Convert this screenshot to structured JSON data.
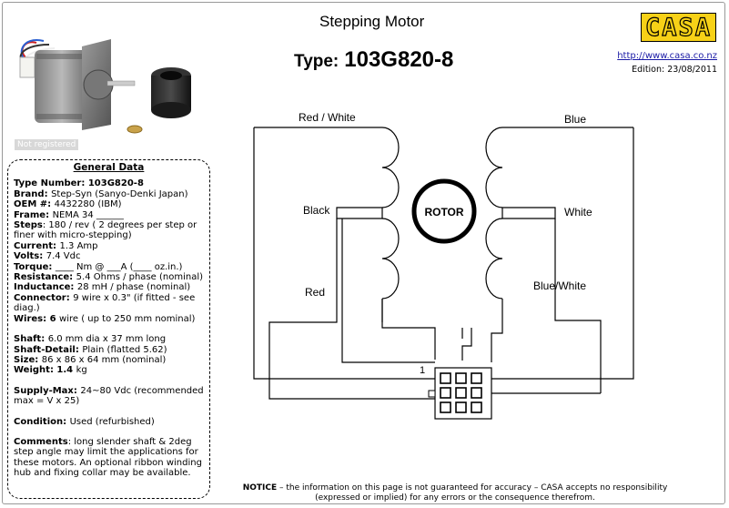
{
  "header": {
    "title": "Stepping Motor",
    "type_label": "Type:",
    "type_value": "103G820-8",
    "logo_text": "CASA",
    "url": "http://www.casa.co.nz",
    "edition": "Edition: 23/08/2011"
  },
  "photo": {
    "badge": "Not registered"
  },
  "general_data": {
    "heading": "General Data",
    "rows": [
      {
        "key": "Type Number: ",
        "value": "103G820-8",
        "value_bold": true
      },
      {
        "key": "Brand: ",
        "value": "Step-Syn (Sanyo-Denki Japan)"
      },
      {
        "key": "OEM #: ",
        "value": "4432280 (IBM)"
      },
      {
        "key": "Frame: ",
        "value": "NEMA 34 ______"
      },
      {
        "key": "Steps",
        "value": ": 180 / rev ( 2 degrees per step or finer with micro-stepping)"
      },
      {
        "key": "Current: ",
        "value": "1.3  Amp"
      },
      {
        "key": "Volts: ",
        "value": "7.4 Vdc"
      },
      {
        "key": "Torque: ",
        "value": "  ____ Nm @ ___A (____ oz.in.)"
      },
      {
        "key": "Resistance: ",
        "value": "5.4 Ohms / phase (nominal)"
      },
      {
        "key": "Inductance: ",
        "value": "28 mH / phase (nominal)"
      },
      {
        "key": "Connector: ",
        "value": " 9 wire x 0.3\" (if fitted - see diag.)"
      },
      {
        "key": "Wires: 6 ",
        "value": "wire ( up to 250 mm nominal)"
      },
      {
        "gap": true
      },
      {
        "key": "Shaft: ",
        "value": "6.0 mm dia x 37 mm long"
      },
      {
        "key": "Shaft-Detail: ",
        "value": "Plain (flatted 5.62)"
      },
      {
        "key": "Size: ",
        "value": "86 x 86 x 64 mm (nominal)"
      },
      {
        "key": "Weight: 1.4 ",
        "value": "kg"
      },
      {
        "gap": true
      },
      {
        "key": "Supply-Max: ",
        "value": "24~80 Vdc (recommended max = V x 25)"
      },
      {
        "gap": true
      },
      {
        "key": "Condition: ",
        "value": "Used  (refurbished)"
      },
      {
        "gap": true
      },
      {
        "key": "Comments",
        "value": ": long slender shaft & 2deg step angle may limit the applications for these motors. An optional ribbon winding hub and fixing collar may be available."
      }
    ]
  },
  "diagram": {
    "red_white": "Red / White",
    "blue": "Blue",
    "black": "Black",
    "white": "White",
    "red": "Red",
    "blue_white": "Blue/White",
    "rotor": "ROTOR",
    "pin_one": "1"
  },
  "notice": {
    "bold": "NOTICE",
    "text": " – the information on this page is not guaranteed for accuracy – CASA accepts no responsibility (expressed or implied) for any errors or the consequence therefrom."
  },
  "colors": {
    "logo_yellow": "#f7d117",
    "link_blue": "#1a1aa6"
  }
}
